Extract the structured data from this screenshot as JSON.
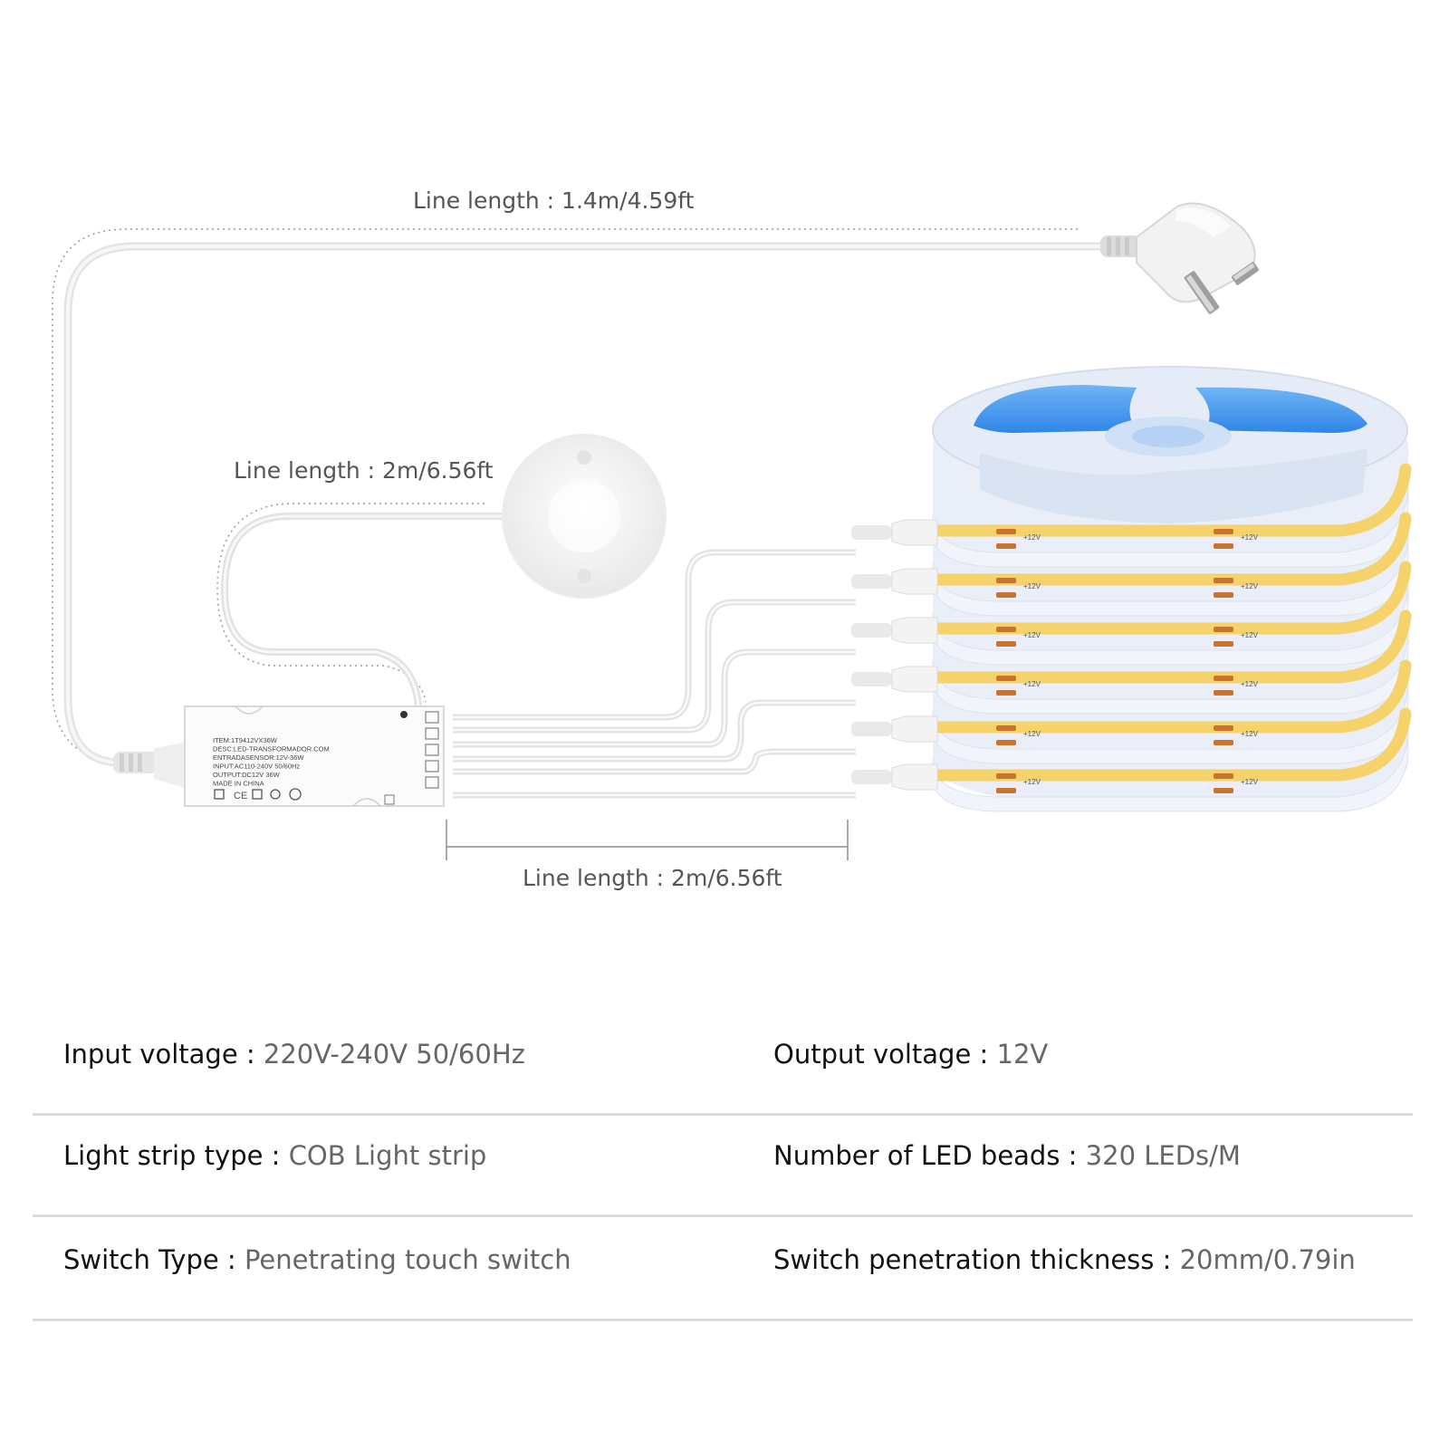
{
  "dimensions": {
    "plug_cable": "Line length : 1.4m/4.59ft",
    "switch_cable": "Line length : 2m/6.56ft",
    "output_cable": "Line length : 2m/6.56ft"
  },
  "controller_label": [
    "ITEM:1T9412VX36W",
    "DESC:LED-TRANSFORMADOR.COM",
    "ENTRADASENSOR:12V-36W",
    "INPUT:AC110-240V 50/60Hz",
    "OUTPUT:DC12V 36W",
    "MADE IN CHINA"
  ],
  "strip_marking": "+12V",
  "colors": {
    "strip_yellow": "#f6d36a",
    "reel_blue": "#3f9af0",
    "reel_white": "#eef3fb",
    "cable": "#e6e6e6",
    "divider": "#dcdcdc"
  },
  "specs": [
    {
      "left": {
        "key": "Input voltage",
        "sep": " : ",
        "value": "220V-240V 50/60Hz"
      },
      "right": {
        "key": "Output voltage",
        "sep": " : ",
        "value": "12V"
      }
    },
    {
      "left": {
        "key": "Light strip type",
        "sep": " : ",
        "value": "COB Light strip"
      },
      "right": {
        "key": "Number of LED beads",
        "sep": " : ",
        "value": "320 LEDs/M"
      }
    },
    {
      "left": {
        "key": "Switch Type",
        "sep": " : ",
        "value": "Penetrating touch switch"
      },
      "right": {
        "key": "Switch penetration thickness",
        "sep": " : ",
        "value": "20mm/0.79in"
      }
    }
  ]
}
